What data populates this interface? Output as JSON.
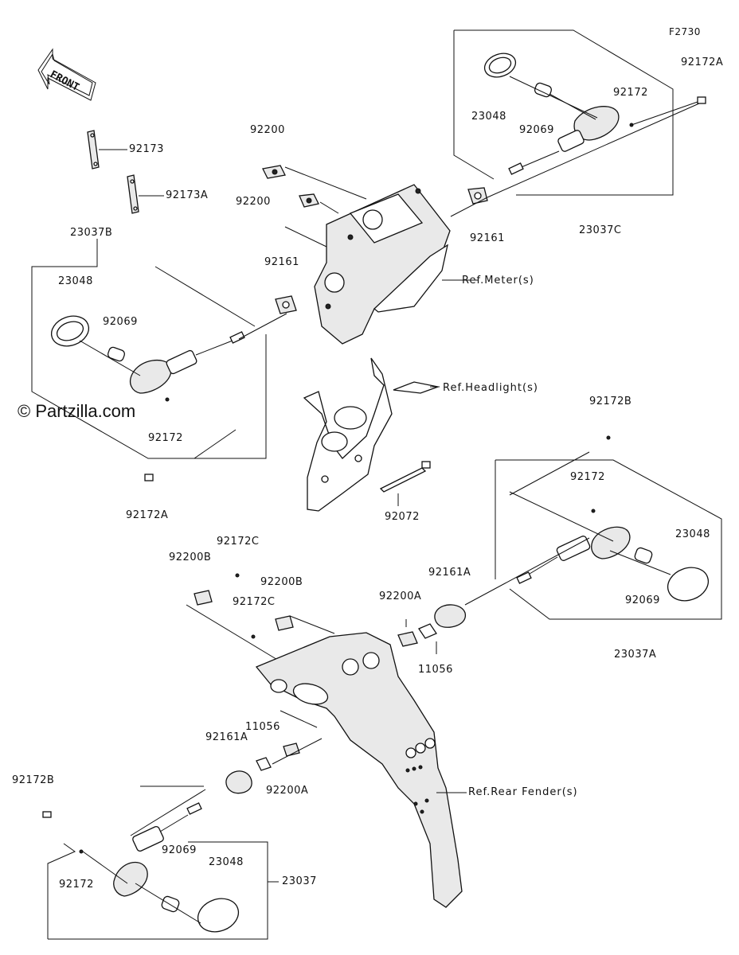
{
  "figure_number": "F2730",
  "watermark": "© Partzilla.com",
  "front_arrow_label": "FRONT",
  "labels": {
    "p92172A_top": "92172A",
    "p92172_top": "92172",
    "p23048_top": "23048",
    "p92069_top": "92069",
    "p23037C": "23037C",
    "p92200_a": "92200",
    "p92200_b": "92200",
    "p92161_right": "92161",
    "p92161_left": "92161",
    "p92173": "92173",
    "p92173A": "92173A",
    "p23037B": "23037B",
    "p23048_left": "23048",
    "p92069_left": "92069",
    "p92172_left": "92172",
    "p92172A_left": "92172A",
    "p92072": "92072",
    "p92172B_right": "92172B",
    "p92172_right": "92172",
    "p23048_right": "23048",
    "p92069_right": "92069",
    "p23037A": "23037A",
    "p92161A_right": "92161A",
    "p92200A_right": "92200A",
    "p11056_right": "11056",
    "p92172C_a": "92172C",
    "p92200B_a": "92200B",
    "p92200B_b": "92200B",
    "p92172C_b": "92172C",
    "p11056_left": "11056",
    "p92161A_left": "92161A",
    "p92200A_left": "92200A",
    "p92172B_left": "92172B",
    "p92069_bottom": "92069",
    "p23048_bottom": "23048",
    "p92172_bottom": "92172",
    "p23037": "23037"
  },
  "refs": {
    "meter": "Ref.Meter(s)",
    "headlight": "Ref.Headlight(s)",
    "rear_fender": "Ref.Rear Fender(s)"
  }
}
